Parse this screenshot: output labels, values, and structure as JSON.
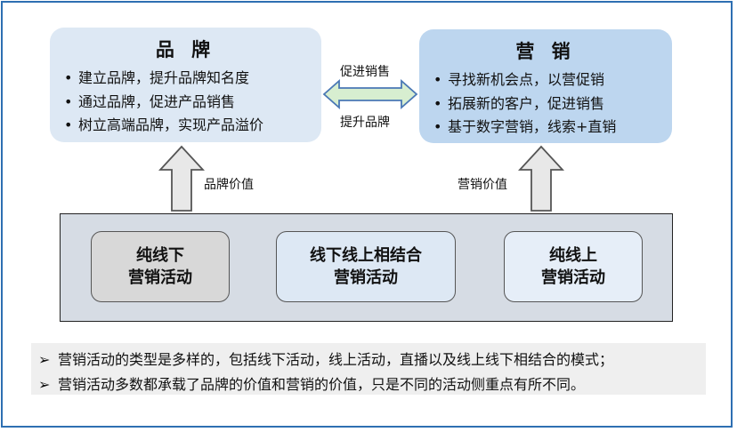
{
  "brand": {
    "title": "品 牌",
    "items": [
      "建立品牌，提升品牌知名度",
      "通过品牌，促进产品销售",
      "树立高端品牌，实现产品溢价"
    ]
  },
  "marketing": {
    "title": "营 销",
    "items": [
      "寻找新机会点，以营促销",
      "拓展新的客户，促进销售",
      "基于数字营销，线索+直销"
    ]
  },
  "link": {
    "top_label": "促进销售",
    "bottom_label": "提升品牌"
  },
  "arrows": {
    "left_label": "品牌价值",
    "right_label": "营销价值"
  },
  "activities": {
    "offline": [
      "纯线下",
      "营销活动"
    ],
    "mixed": [
      "线下线上相结合",
      "营销活动"
    ],
    "online": [
      "纯线上",
      "营销活动"
    ]
  },
  "notes": [
    "营销活动的类型是多样的，包括线下活动，线上活动，直播以及线上线下相结合的模式；",
    "营销活动多数都承载了品牌的价值和营销的价值，只是不同的活动侧重点有所不同。"
  ],
  "colors": {
    "frame": "#2e6fb2",
    "brand_card": "#dde8f4",
    "marketing_card": "#bdd6ef",
    "panel": "#d6dce4"
  }
}
